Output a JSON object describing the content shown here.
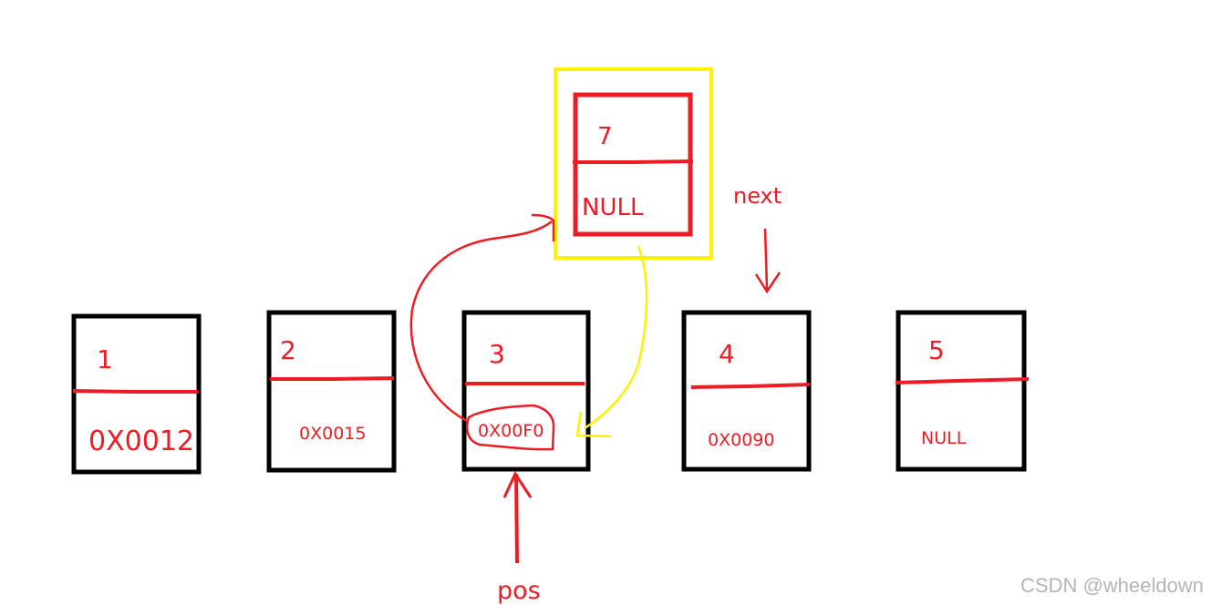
{
  "diagram": {
    "title": "Linked list insert after pos",
    "colors": {
      "node_border": "#000000",
      "ink": "#ed1c24",
      "highlight": "#fff200",
      "watermark": "#b4b4b4"
    },
    "nodes": [
      {
        "id": "node-1",
        "data": "1",
        "next": "0X0012"
      },
      {
        "id": "node-2",
        "data": "2",
        "next": "0X0015"
      },
      {
        "id": "node-3",
        "data": "3",
        "next": "0X00F0"
      },
      {
        "id": "node-4",
        "data": "4",
        "next": "0X0090"
      },
      {
        "id": "node-5",
        "data": "5",
        "next": "NULL"
      }
    ],
    "new_node": {
      "data": "7",
      "next": "NULL"
    },
    "pointers": {
      "pos": "pos",
      "next": "next"
    },
    "watermark": "CSDN @wheeldown"
  }
}
